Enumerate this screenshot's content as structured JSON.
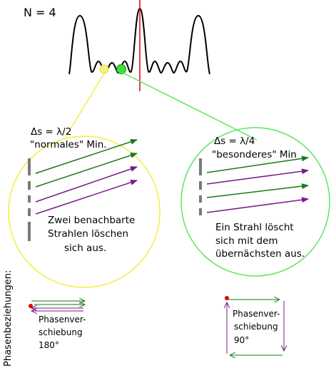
{
  "title": "N = 4",
  "left_circle": {
    "delta": "Δs = λ/2",
    "label": "\"normales\" Min.",
    "text": [
      "Zwei benachbarte",
      "Strahlen löschen",
      "sich aus."
    ]
  },
  "right_circle": {
    "delta": "Δs = λ/4",
    "label": "\"besonderes\" Min",
    "text": [
      "Ein Strahl löscht",
      "sich mit dem",
      "übernächsten aus."
    ]
  },
  "phase_heading": "Phasenbeziehungen:",
  "phase_left": [
    "Phasenver-",
    "schiebung",
    "180°"
  ],
  "phase_right": [
    "Phasenver-",
    "schiebung",
    "90°"
  ],
  "colors": {
    "yellow": "#f2ef3a",
    "green_circle": "#5de65a",
    "red": "#e00000",
    "arrow_green": "#1a7a1a",
    "arrow_purple": "#7a1a8a",
    "slit_gray": "#7a7a7a"
  }
}
